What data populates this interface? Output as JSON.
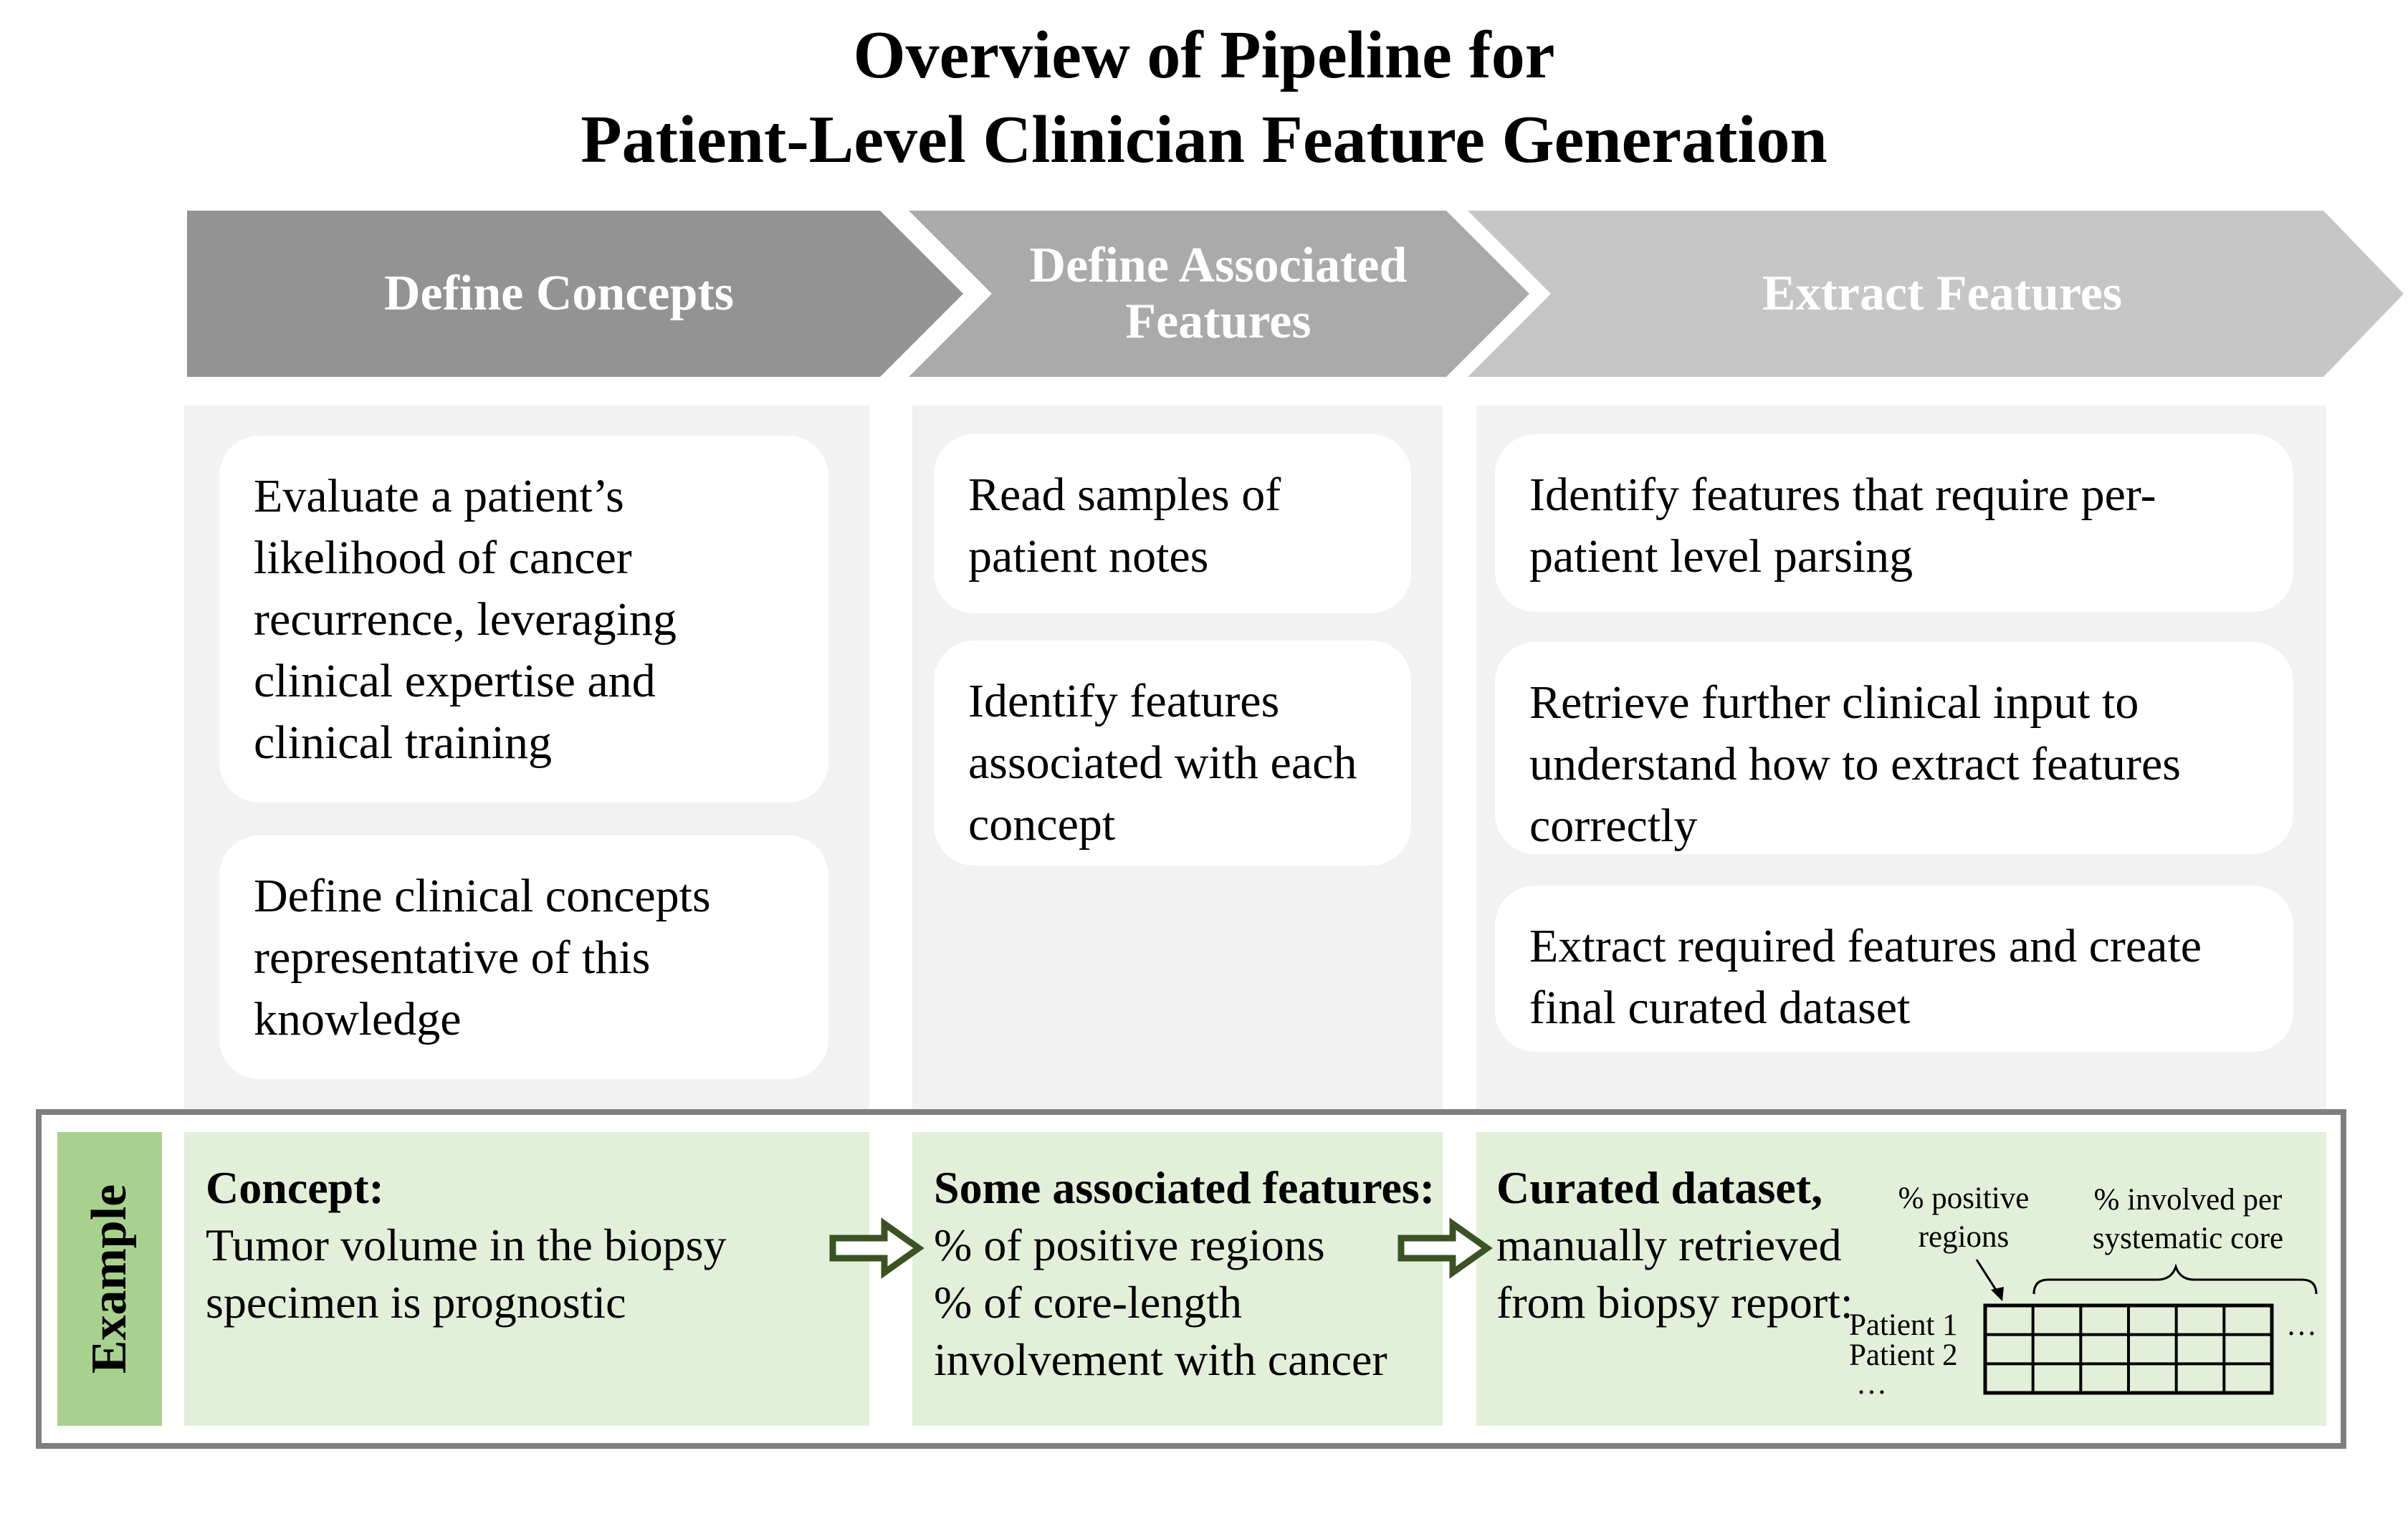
{
  "title": {
    "line1": "Overview of Pipeline for",
    "line2": "Patient-Level Clinician Feature Generation"
  },
  "steps": [
    {
      "label_lines": [
        "Define Concepts"
      ],
      "color": "#939393"
    },
    {
      "label_lines": [
        "Define Associated",
        "Features"
      ],
      "color": "#aaaaaa"
    },
    {
      "label_lines": [
        "Extract Features"
      ],
      "color": "#c6c6c6"
    }
  ],
  "columns": [
    {
      "cards": [
        "Evaluate a patient’s likelihood of cancer recurrence, leveraging clinical expertise and clinical training",
        "Define clinical concepts representative of this knowledge"
      ]
    },
    {
      "cards": [
        "Read samples of patient notes",
        "Identify features associated with each concept"
      ]
    },
    {
      "cards": [
        "Identify features that require per-patient level parsing",
        "Retrieve further clinical input to understand how to extract features correctly",
        "Extract required features and create final curated dataset"
      ]
    }
  ],
  "example": {
    "tab_label": "Example",
    "concept_heading": "Concept:",
    "concept_text": "Tumor volume in the biopsy specimen is prognostic",
    "features_heading": "Some associated features:",
    "features_lines": [
      "% of positive regions",
      "% of core-length involvement with cancer"
    ],
    "dataset_heading": "Curated dataset,",
    "dataset_text": "manually retrieved from biopsy report:",
    "table_col_label_1": "% positive regions",
    "table_col_label_2": "% involved per systematic core",
    "table_rows": [
      "Patient 1",
      "Patient 2"
    ],
    "row_ellipsis": "…",
    "col_ellipsis": "…",
    "table_columns": 6
  },
  "colors": {
    "panel_bg": "#f2f2f2",
    "example_green_light": "#e2efd9",
    "example_green_tab": "#a9d18e",
    "frame_gray": "#7f7f7f",
    "arrow_green": "#3b5323"
  }
}
